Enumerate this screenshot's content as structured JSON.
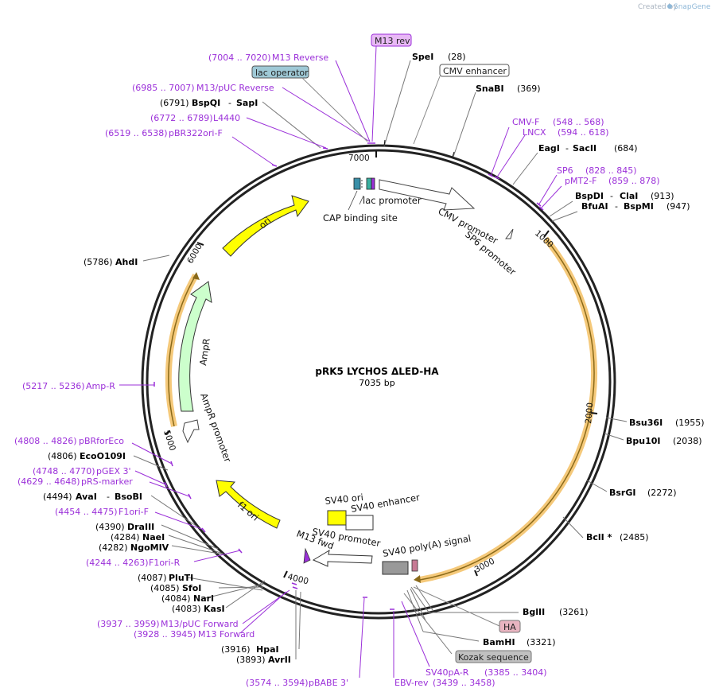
{
  "branding": {
    "created_by": "Created by",
    "product": "SnapGene"
  },
  "plasmid": {
    "name": "pRK5 LYCHOS ΔLED-HA",
    "length_label": "7035 bp"
  },
  "ticks": [
    "1000",
    "2000",
    "3000",
    "4000",
    "5000",
    "6000",
    "7000"
  ],
  "features": {
    "ori": "ori",
    "ampr": "AmpR",
    "ampr_promoter": "AmpR promoter",
    "f1_ori": "f1 ori",
    "lac_promoter": "lac promoter",
    "cap_site": "CAP binding site",
    "cmv_promoter": "CMV promoter",
    "sp6_promoter": "SP6 promoter",
    "sv40_ori": "SV40 ori",
    "sv40_enhancer": "SV40 enhancer",
    "sv40_promoter": "SV40 promoter",
    "m13_fwd": "M13 fwd",
    "sv40_polya": "SV40 poly(A) signal"
  },
  "boxed_labels": {
    "m13_rev": {
      "text": "M13 rev",
      "fill": "#e8b9f5"
    },
    "lac_operator": {
      "text": "lac operator",
      "fill": "#9fc9d6"
    },
    "cmv_enhancer": {
      "text": "CMV enhancer",
      "fill": "#ffffff"
    },
    "ha": {
      "text": "HA",
      "fill": "#e8b4c0"
    },
    "kozak": {
      "text": "Kozak sequence",
      "fill": "#c0c0c0"
    }
  },
  "enzymes": {
    "spei": {
      "name": "SpeI",
      "pos": "(28)"
    },
    "snabi": {
      "name": "SnaBI",
      "pos": "(369)"
    },
    "eagi": {
      "name": "EagI",
      "name2": "SacII",
      "pos": "(684)"
    },
    "bspdi": {
      "name": "BspDI",
      "name2": "ClaI",
      "pos": "(913)"
    },
    "bfuai": {
      "name": "BfuAI",
      "name2": "BspMI",
      "pos": "(947)"
    },
    "bsu36i": {
      "name": "Bsu36I",
      "pos": "(1955)"
    },
    "bpu10i": {
      "name": "Bpu10I",
      "pos": "(2038)"
    },
    "bsrgi": {
      "name": "BsrGI",
      "pos": "(2272)"
    },
    "bcli": {
      "name": "BclI *",
      "pos": "(2485)"
    },
    "bglii": {
      "name": "BglII",
      "pos": "(3261)"
    },
    "bamhi": {
      "name": "BamHI",
      "pos": "(3321)"
    },
    "hpai": {
      "name": "HpaI",
      "pos": "(3916)"
    },
    "avrii": {
      "name": "AvrII",
      "pos": "(3893)"
    },
    "kasi": {
      "name": "KasI",
      "pos": "(4083)"
    },
    "nari": {
      "name": "NarI",
      "pos": "(4084)"
    },
    "sfoi": {
      "name": "SfoI",
      "pos": "(4085)"
    },
    "pluti": {
      "name": "PluTI",
      "pos": "(4087)"
    },
    "ngomiv": {
      "name": "NgoMIV",
      "pos": "(4282)"
    },
    "naei": {
      "name": "NaeI",
      "pos": "(4284)"
    },
    "draiii": {
      "name": "DraIII",
      "pos": "(4390)"
    },
    "avai": {
      "name": "AvaI",
      "name2": "BsoBI",
      "pos": "(4494)"
    },
    "eco0109i": {
      "name": "EcoO109I",
      "pos": "(4806)"
    },
    "ahdi": {
      "name": "AhdI",
      "pos": "(5786)"
    },
    "bspqi": {
      "name": "BspQI",
      "name2": "SapI",
      "pos": "(6791)"
    }
  },
  "primers": {
    "m13_reverse": {
      "range": "(7004 .. 7020)",
      "name": "M13 Reverse"
    },
    "m13puc_reverse": {
      "range": "(6985 .. 7007)",
      "name": "M13/pUC Reverse"
    },
    "l4440": {
      "range": "(6772 .. 6789)",
      "name": "L4440"
    },
    "pbr322ori_f": {
      "range": "(6519 .. 6538)",
      "name": "pBR322ori-F"
    },
    "cmv_f": {
      "name": "CMV-F",
      "range": "(548 .. 568)"
    },
    "lncx": {
      "name": "LNCX",
      "range": "(594 .. 618)"
    },
    "sp6": {
      "name": "SP6",
      "range": "(828 .. 845)"
    },
    "pmt2_f": {
      "name": "pMT2-F",
      "range": "(859 .. 878)"
    },
    "amp_r": {
      "range": "(5217 .. 5236)",
      "name": "Amp-R"
    },
    "pbrforeco": {
      "range": "(4808 .. 4826)",
      "name": "pBRforEco"
    },
    "pgex3": {
      "range": "(4748 .. 4770)",
      "name": "pGEX 3'"
    },
    "prs_marker": {
      "range": "(4629 .. 4648)",
      "name": "pRS-marker"
    },
    "f1ori_f": {
      "range": "(4454 .. 4475)",
      "name": "F1ori-F"
    },
    "f1ori_r": {
      "range": "(4244 .. 4263)",
      "name": "F1ori-R"
    },
    "m13puc_forward": {
      "range": "(3937 .. 3959)",
      "name": "M13/pUC Forward"
    },
    "m13_forward": {
      "range": "(3928 .. 3945)",
      "name": "M13 Forward"
    },
    "pbabe3": {
      "range": "(3574 .. 3594)",
      "name": "pBABE 3'"
    },
    "ebv_rev": {
      "name": "EBV-rev",
      "range": "(3439 .. 3458)"
    },
    "sv40pa_r": {
      "name": "SV40pA-R",
      "range": "(3385 .. 3404)"
    }
  },
  "colors": {
    "primer": "#9b30d9",
    "backbone": "#222222",
    "insert_highlight": "#f5c97a",
    "insert_line": "#8a6a1a",
    "ori": "#ffff00",
    "ampr": "#ccffcc"
  }
}
